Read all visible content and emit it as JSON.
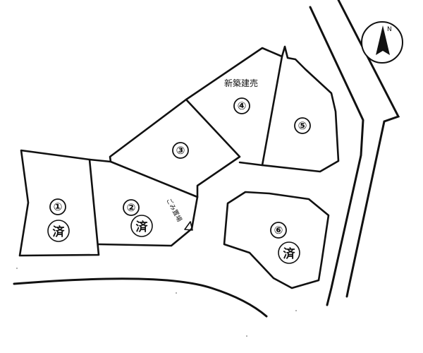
{
  "map": {
    "compass": {
      "north_label": "N"
    },
    "lots": [
      {
        "number": "①",
        "status": "済"
      },
      {
        "number": "②",
        "status": "済"
      },
      {
        "number": "③"
      },
      {
        "number": "④",
        "note": "新築建売"
      },
      {
        "number": "⑤"
      },
      {
        "number": "⑥",
        "status": "済"
      }
    ],
    "garbage_station_label": "ごみ置場"
  }
}
